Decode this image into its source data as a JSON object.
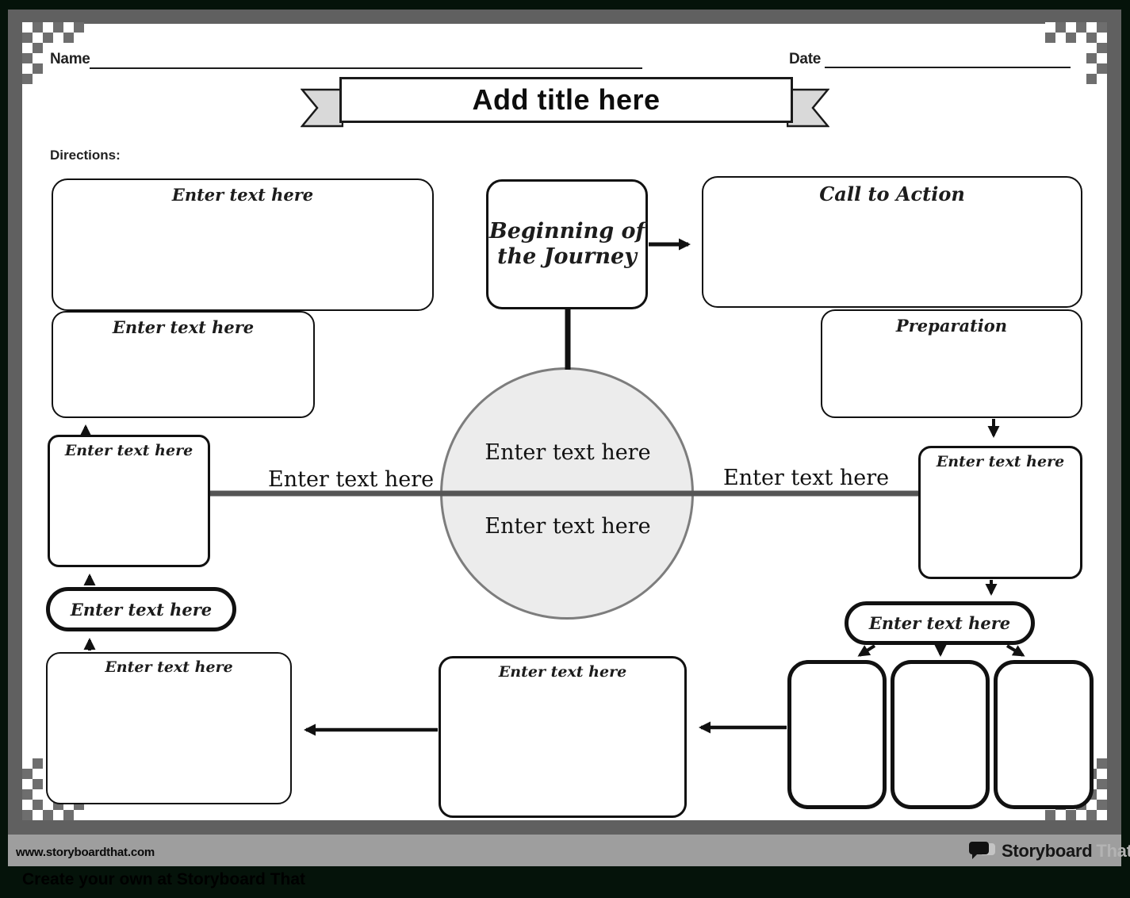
{
  "header": {
    "name_label": "Name",
    "date_label": "Date",
    "title": "Add title here",
    "directions_label": "Directions:"
  },
  "diagram": {
    "top_left_box": "Enter text here",
    "left_second_box": "Enter text here",
    "journey_box": {
      "line1": "Beginning of",
      "line2": "the Journey"
    },
    "call_to_action_box": "Call to Action",
    "preparation_box": "Preparation",
    "left_middle_box": "Enter text here",
    "right_middle_box": "Enter text here",
    "circle": {
      "top": "Enter text here",
      "bottom": "Enter text here"
    },
    "line_label_left": "Enter text here",
    "line_label_right": "Enter text here",
    "left_pill": "Enter text here",
    "right_pill": "Enter text here",
    "bottom_left_box": "Enter text here",
    "bottom_center_box": "Enter text here"
  },
  "footer": {
    "website": "www.storyboardthat.com",
    "brand_primary": "Storyboard",
    "brand_secondary": "That",
    "tagline": "Create your own at Storyboard That"
  },
  "colors": {
    "outer_background": "#05130a",
    "frame_gray": "#606060",
    "footer_band": "#9e9e9e",
    "circle_fill": "#ececec",
    "circle_border": "#7d7d7d",
    "divider_line": "#555555",
    "ribbon_gray": "#d9d9d9",
    "ink": "#111111"
  }
}
